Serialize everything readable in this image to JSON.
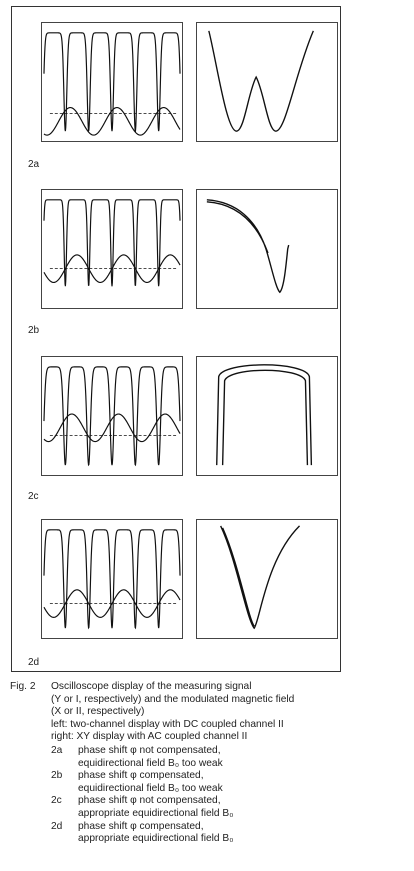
{
  "panels": [
    {
      "id": "2a",
      "label": "2a",
      "left_kind": "2a",
      "right_kind": "2a",
      "phi": "φ"
    },
    {
      "id": "2b",
      "label": "2b",
      "left_kind": "2b",
      "right_kind": "2b",
      "phi": ""
    },
    {
      "id": "2c",
      "label": "2c",
      "left_kind": "2c",
      "right_kind": "2c",
      "phi": "φ"
    },
    {
      "id": "2d",
      "label": "2d",
      "left_kind": "2d",
      "right_kind": "2d",
      "phi": ""
    }
  ],
  "caption": {
    "fig": "Fig. 2",
    "lines": [
      "Oscilloscope display of the measuring signal",
      "(Y or I, respectively) and the modulated magnetic field",
      "(X or II, respectively)",
      "left: two-channel display with DC coupled channel II",
      "right: XY display with AC coupled channel II"
    ],
    "cases": [
      {
        "id": "2a",
        "line1": "phase shift φ not compensated,",
        "line2": "equidirectional field B₀ too weak"
      },
      {
        "id": "2b",
        "line1": "phase shift φ compensated,",
        "line2": "equidirectional field B₀ too weak"
      },
      {
        "id": "2c",
        "line1": "phase shift φ not compensated,",
        "line2": "appropriate equidirectional field B₀"
      },
      {
        "id": "2d",
        "line1": "phase shift φ compensated,",
        "line2": "appropriate equidirectional field B₀"
      }
    ]
  }
}
